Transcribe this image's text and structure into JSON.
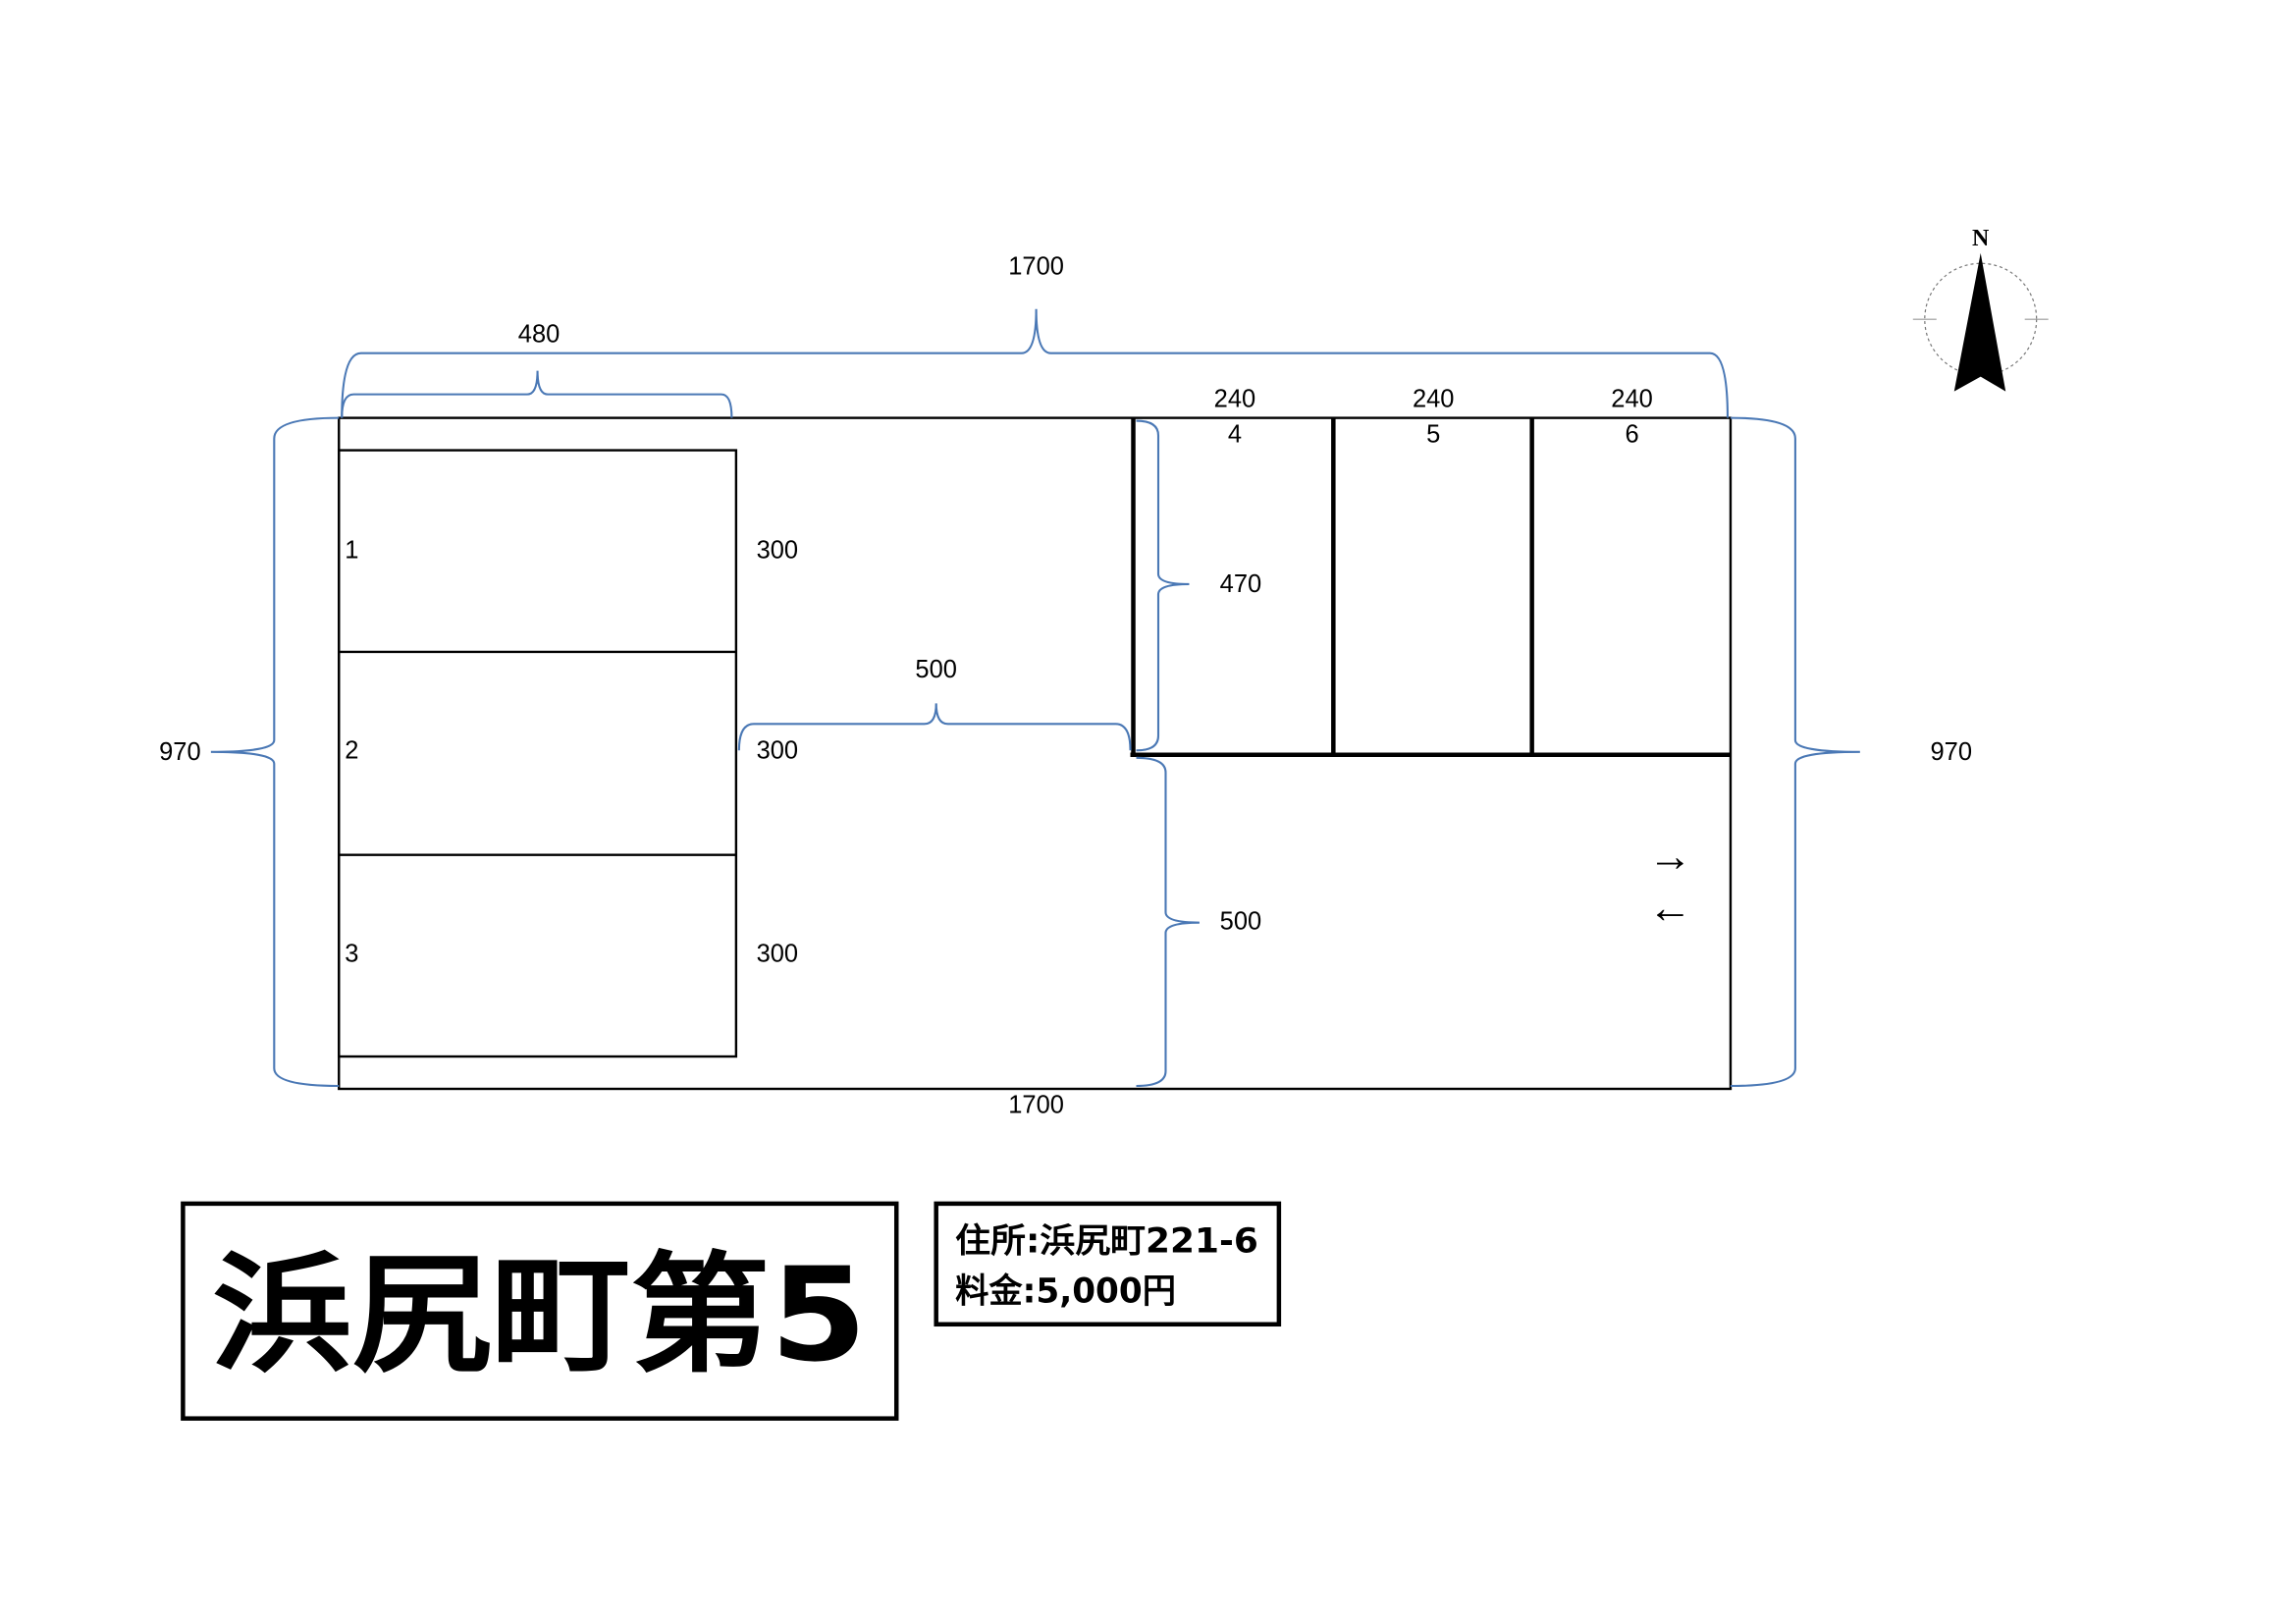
{
  "dimensions": {
    "total_width_top": "1700",
    "total_width_bottom": "1700",
    "left_block_width": "480",
    "left_height": "970",
    "right_height": "970",
    "slot_heights": [
      "300",
      "300",
      "300"
    ],
    "aisle_width": "500",
    "right_slot_widths": [
      "240",
      "240",
      "240"
    ],
    "right_slot_depth": "470",
    "right_aisle_depth": "500"
  },
  "spaces": {
    "left": [
      "1",
      "2",
      "3"
    ],
    "right": [
      "4",
      "5",
      "6"
    ]
  },
  "arrows": {
    "in": "→",
    "out": "←"
  },
  "compass": {
    "label": "N"
  },
  "title": "浜尻町第5",
  "info": {
    "address": "住所:浜尻町221-6",
    "fee": "料金:5,000円"
  }
}
